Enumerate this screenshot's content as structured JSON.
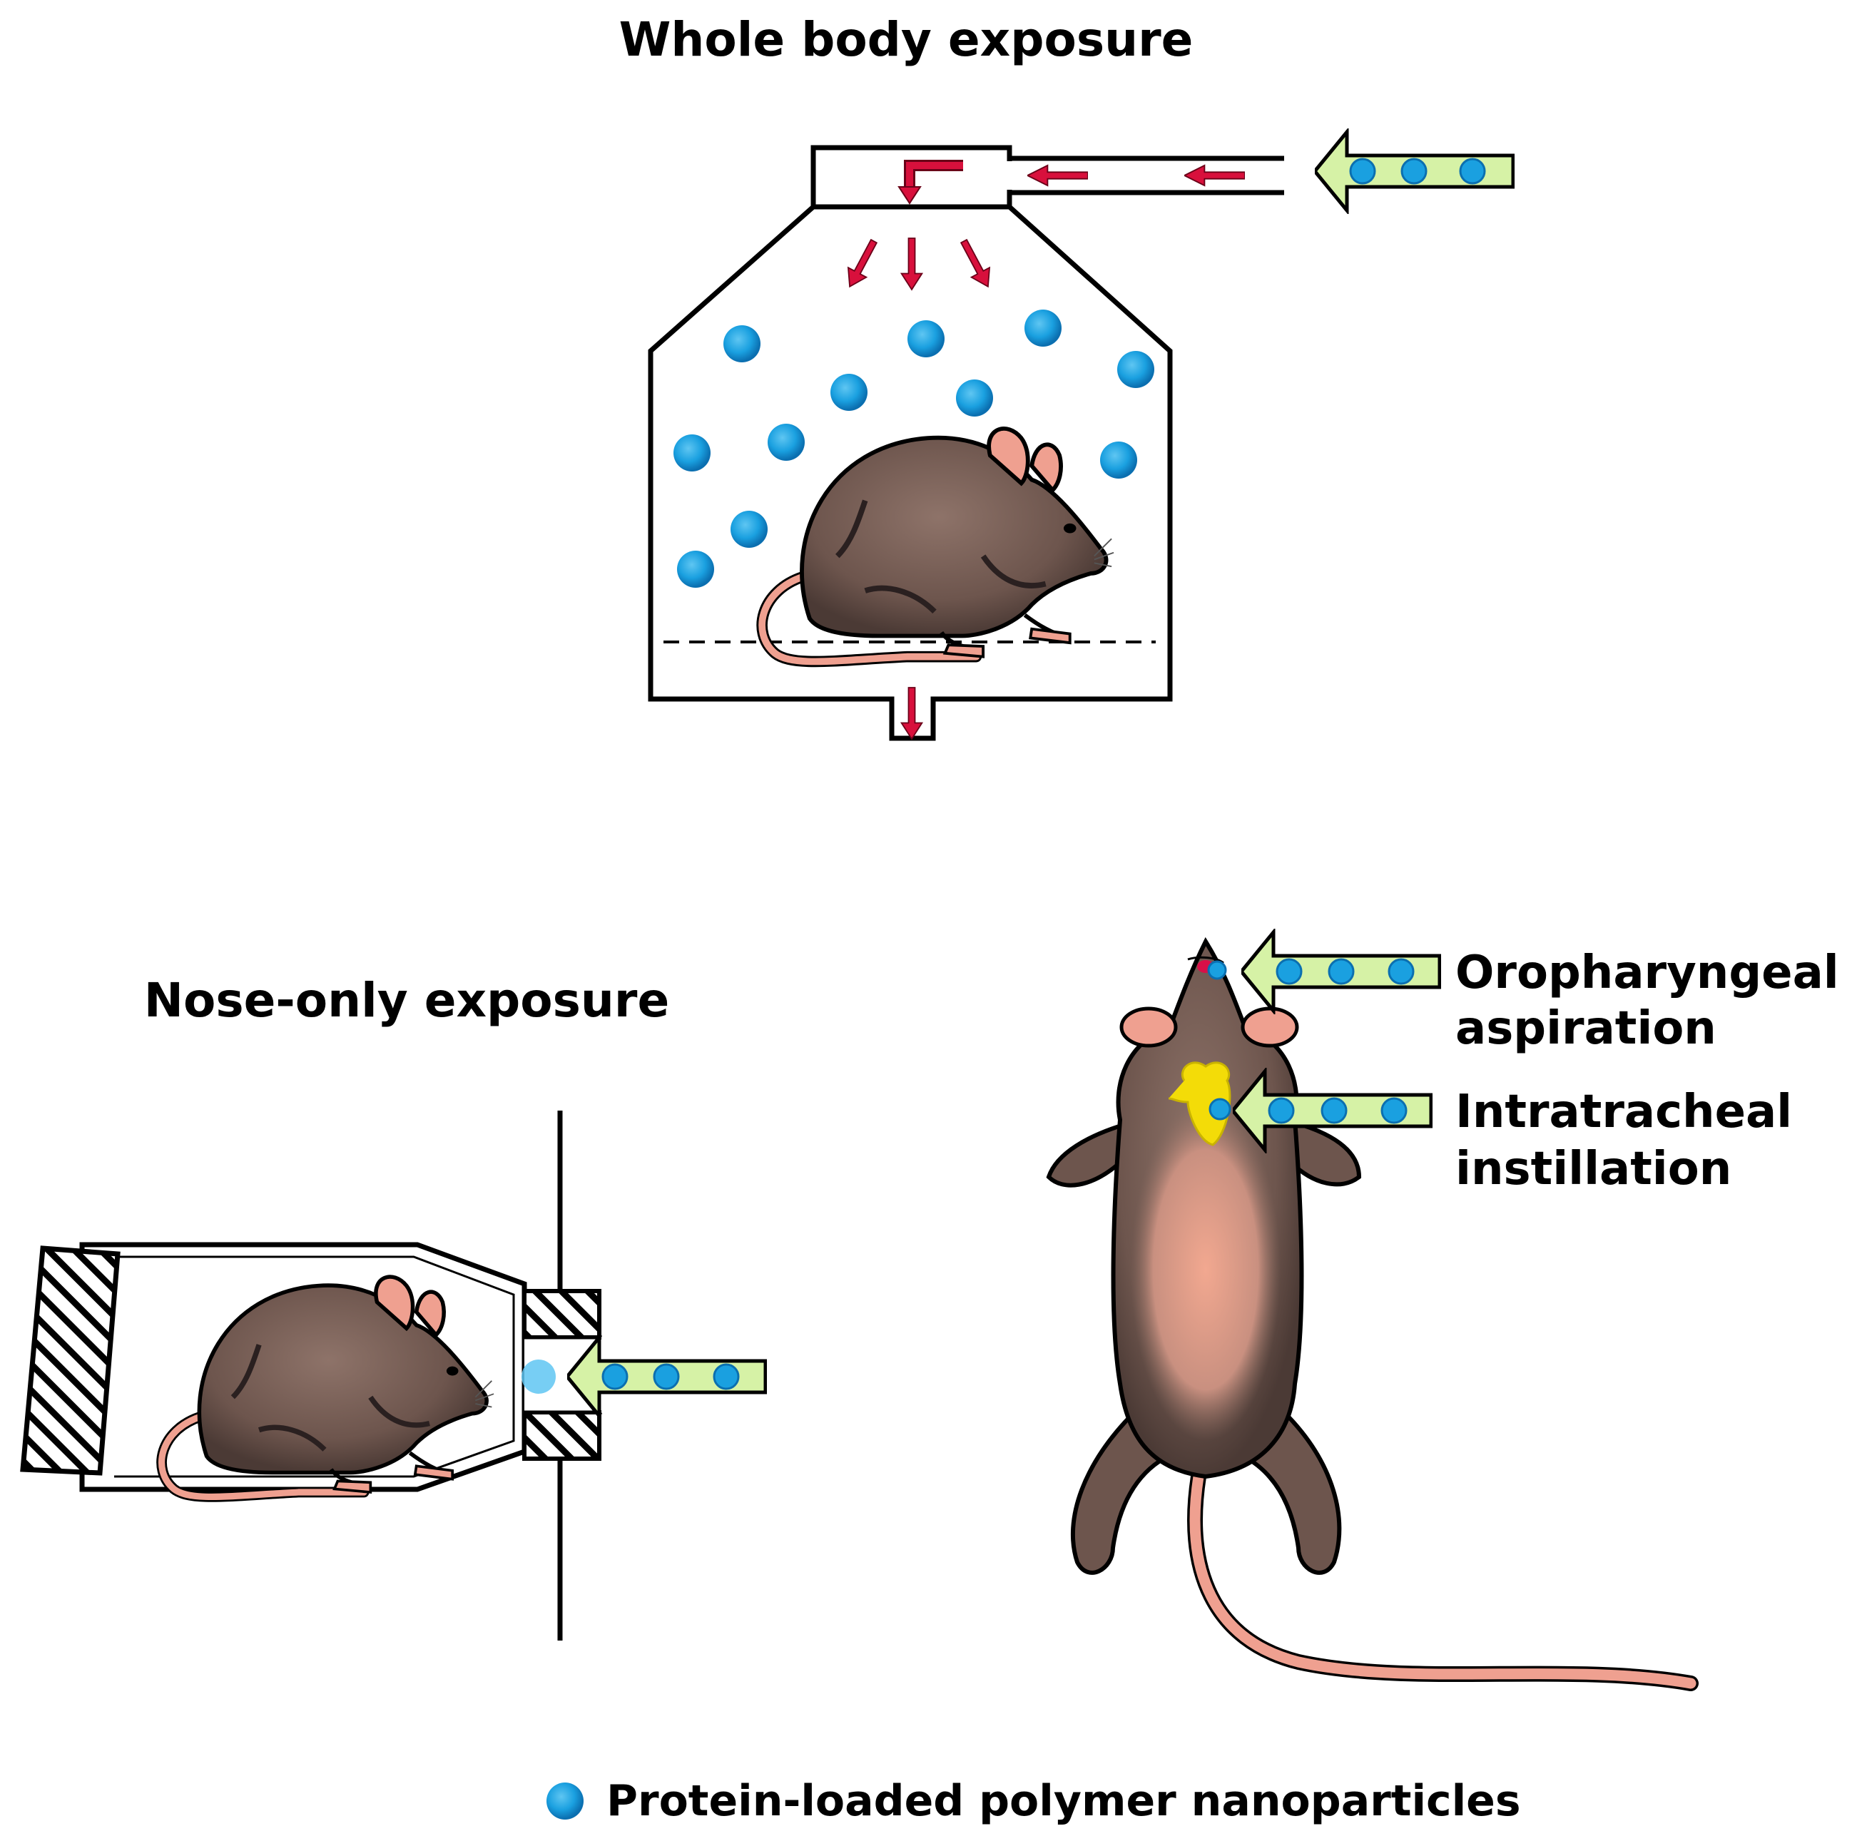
{
  "labels": {
    "whole_body": "Whole body exposure",
    "nose_only": "Nose-only exposure",
    "oropharyngeal_1": "Oropharyngeal",
    "oropharyngeal_2": "aspiration",
    "intratracheal_1": "Intratracheal",
    "intratracheal_2": "instillation",
    "legend": "Protein-loaded polymer nanoparticles"
  },
  "colors": {
    "particle": "#1aa0e0",
    "particle_edge": "#0b6fb0",
    "flow_arrow": "#d8103c",
    "input_arrow_fill": "#d6f2a6",
    "mouse_body": "#7a6158",
    "mouse_dark": "#2a2020",
    "mouse_pink": "#efa090",
    "trachea": "#f3dc08",
    "outline": "#000000"
  },
  "icons": {
    "particle": "nanoparticle-dot-icon",
    "input": "input-arrow-icon",
    "flow": "airflow-arrow-icon",
    "mouse": "mouse-icon"
  }
}
